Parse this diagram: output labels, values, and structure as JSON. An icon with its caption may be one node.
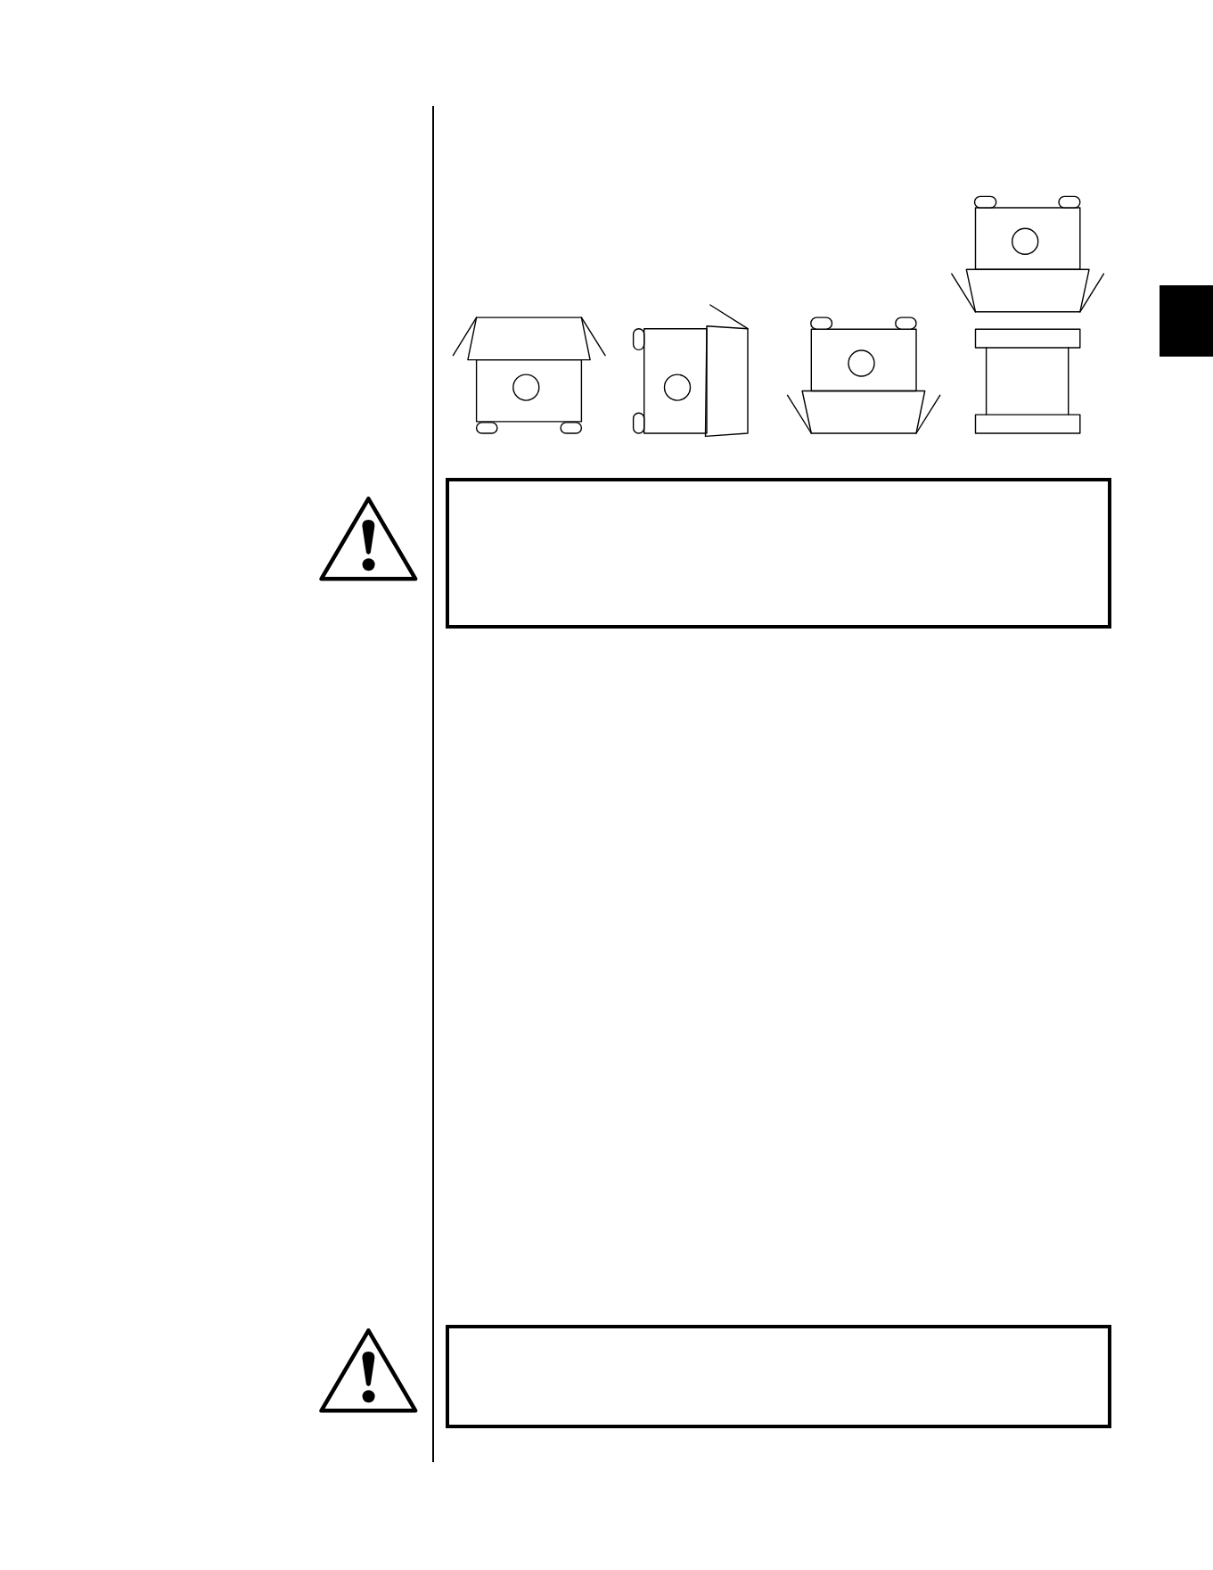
{
  "diagram": {
    "nodes": [
      {
        "text": [],
        "shape": "picture"
      },
      {
        "text": [],
        "shape": "picture"
      },
      {
        "text": [],
        "shape": "picture"
      },
      {
        "text": [],
        "shape": "picture"
      },
      {
        "text": [],
        "shape": "box"
      },
      {
        "text": [],
        "shape": "box"
      },
      {
        "text": [],
        "shape": "box"
      }
    ]
  }
}
